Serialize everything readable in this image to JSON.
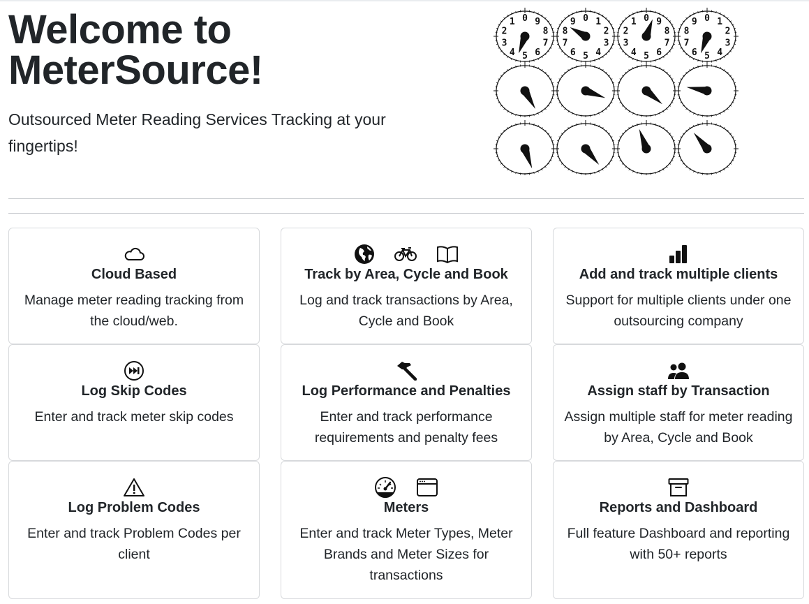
{
  "hero": {
    "title_line1": "Welcome to",
    "title_line2": "MeterSource!",
    "subtitle": "Outsourced Meter Reading Services Tracking at your fingertips!"
  },
  "dials_image": {
    "dial_numbers_cw": [
      "0",
      "1",
      "2",
      "3",
      "4",
      "5",
      "6",
      "7",
      "8",
      "9"
    ],
    "dial_numbers_ccw": [
      "0",
      "9",
      "8",
      "7",
      "6",
      "5",
      "4",
      "3",
      "2",
      "1"
    ]
  },
  "features": [
    {
      "icons": [
        "cloud-icon"
      ],
      "title": "Cloud Based",
      "text": "Manage meter reading tracking from the cloud/web."
    },
    {
      "icons": [
        "globe-icon",
        "bicycle-icon",
        "book-icon"
      ],
      "title": "Track by Area, Cycle and Book",
      "text": "Log and track transactions by Area, Cycle and Book"
    },
    {
      "icons": [
        "bar-chart-icon"
      ],
      "title": "Add and track multiple clients",
      "text": "Support for multiple clients under one outsourcing company"
    },
    {
      "icons": [
        "skip-forward-circle-icon"
      ],
      "title": "Log Skip Codes",
      "text": "Enter and track meter skip codes"
    },
    {
      "icons": [
        "hammer-icon"
      ],
      "title": "Log Performance and Penalties",
      "text": "Enter and track performance requirements and penalty fees"
    },
    {
      "icons": [
        "people-icon"
      ],
      "title": "Assign staff by Transaction",
      "text": "Assign multiple staff for meter reading by Area, Cycle and Book"
    },
    {
      "icons": [
        "warning-triangle-icon"
      ],
      "title": "Log Problem Codes",
      "text": "Enter and track Problem Codes per client"
    },
    {
      "icons": [
        "speedometer-icon",
        "window-icon"
      ],
      "title": "Meters",
      "text": "Enter and track Meter Types, Meter Brands and Meter Sizes for transactions"
    },
    {
      "icons": [
        "archive-icon"
      ],
      "title": "Reports and Dashboard",
      "text": "Full feature Dashboard and reporting with 50+ reports"
    }
  ]
}
